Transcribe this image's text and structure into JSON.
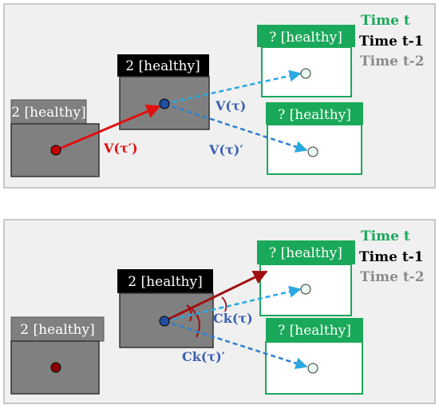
{
  "box_label_known": "2 [healthy]",
  "box_label_unknown": "? [healthy]",
  "legend": {
    "t": "Time t",
    "t1": "Time t-1",
    "t2": "Time t-2"
  },
  "top_panel": {
    "v_prev": "V(τ′)",
    "v_a": "V(τ)",
    "v_b": "V(τ)′"
  },
  "bottom_panel": {
    "c_a": "Ck(τ)",
    "c_b": "Ck(τ)′"
  },
  "colors": {
    "green": "#1aa85a",
    "black_header": "#000000",
    "gray_header": "#808080",
    "red": "#e01010",
    "dark_red": "#a01010",
    "blue": "#2f7fd0",
    "cyan": "#29a9e0",
    "label_blue": "#3a5fb0"
  }
}
